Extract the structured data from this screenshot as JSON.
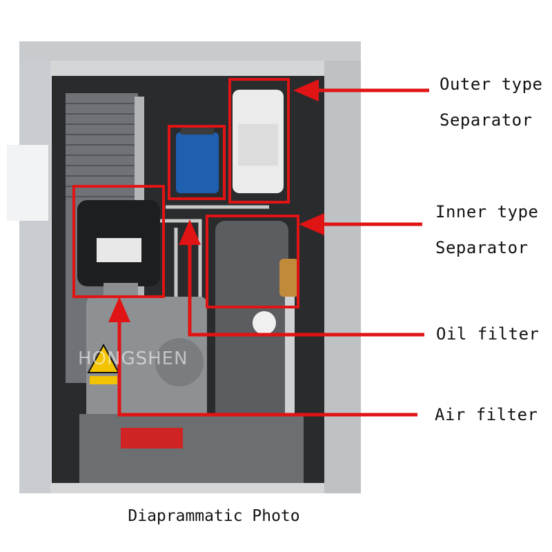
{
  "labels": {
    "outer_separator_line1": "Outer type",
    "outer_separator_line2": "Separator",
    "inner_separator_line1": "Inner type",
    "inner_separator_line2": "Separator",
    "oil_filter": "Oil filter",
    "air_filter": "Air filter"
  },
  "caption": "Diaprammatic Photo",
  "watermark": "HONGSHEN",
  "colors": {
    "highlight": "#e01414",
    "cabinet": "#d4d6d8",
    "interior": "#2a2b2d",
    "separator_tank": "#5b5d60",
    "oil_filter_body": "#1f5fb0"
  }
}
